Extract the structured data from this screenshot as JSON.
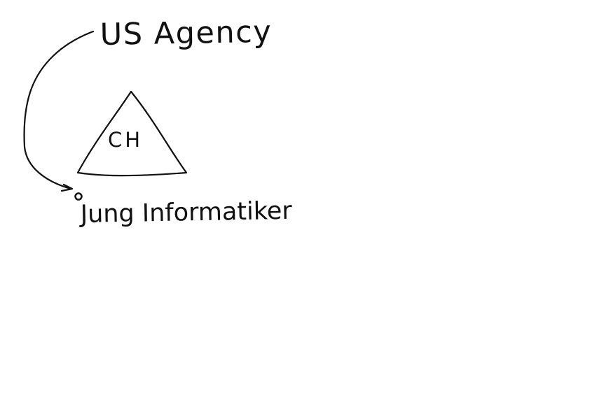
{
  "diagram": {
    "source_label": "US Agency",
    "region_label": "CH",
    "target_label": "Jung Informatiker",
    "ink_color": "#111111",
    "background_color": "#ffffff"
  }
}
